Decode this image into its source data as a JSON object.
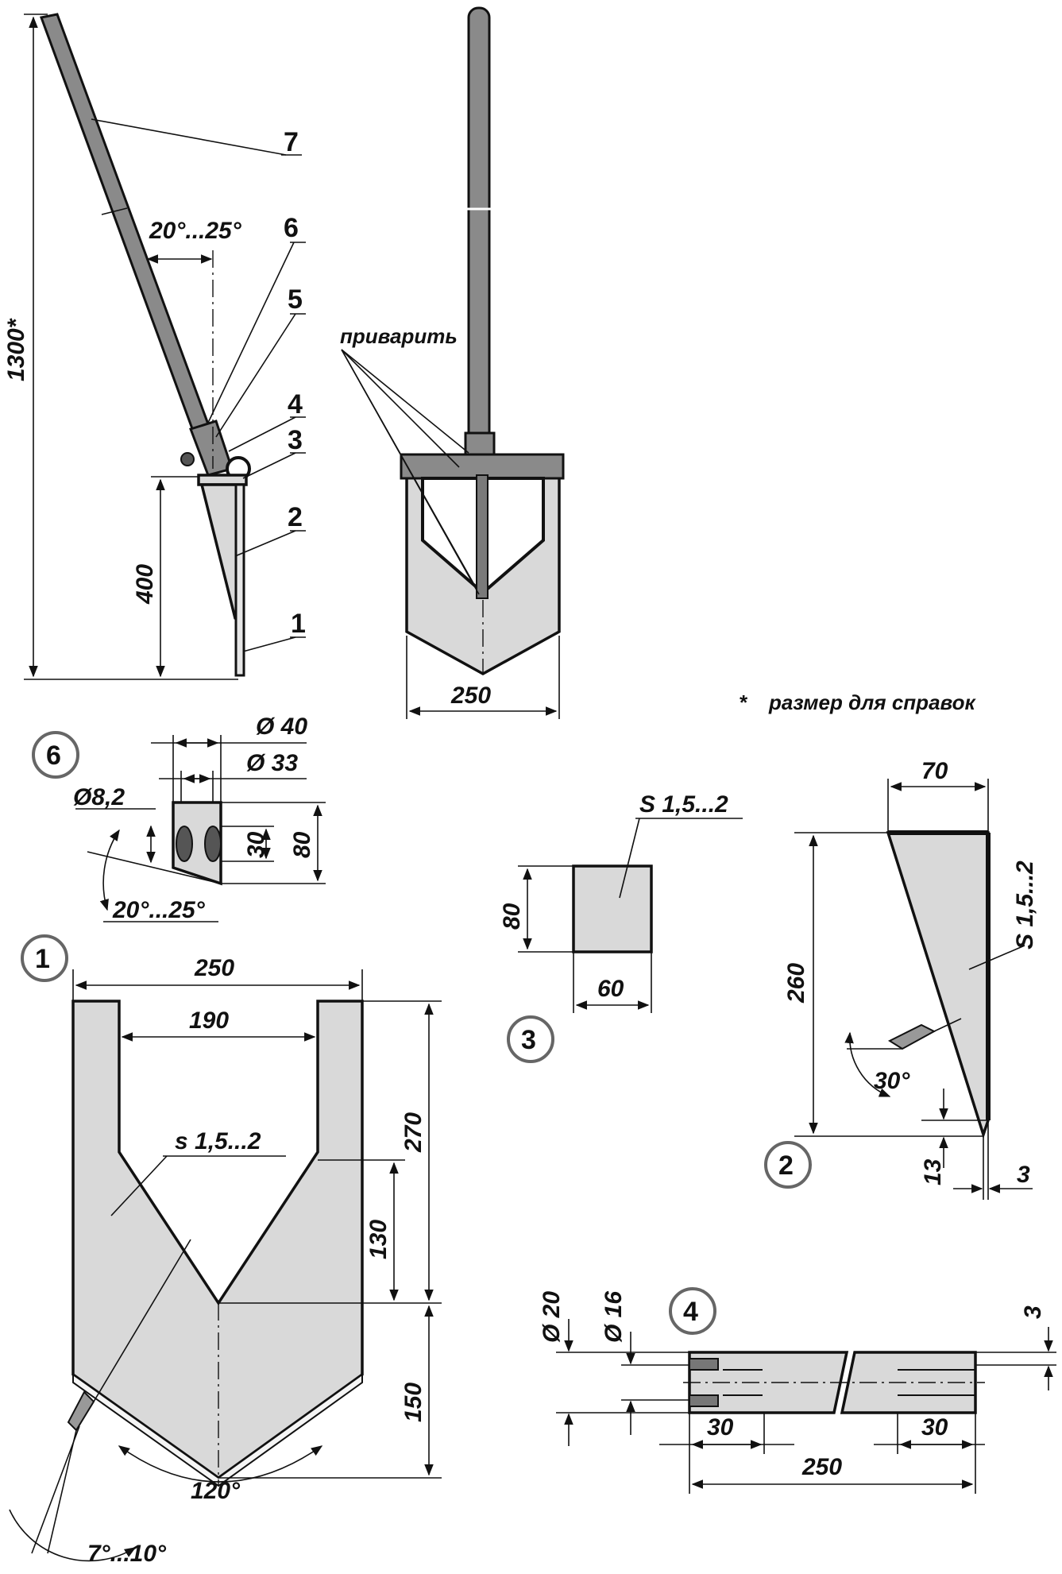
{
  "side_view": {
    "callouts": [
      "1",
      "2",
      "3",
      "4",
      "5",
      "6",
      "7"
    ],
    "dim_total_height": "1300*",
    "dim_blade_height": "400",
    "dim_angle": "20°...25°"
  },
  "front_view": {
    "weld_label": "приварить",
    "dim_width": "250"
  },
  "footnote": {
    "mark": "*",
    "text": "размер для справок"
  },
  "part6": {
    "number": "6",
    "dim_d40": "Ø 40",
    "dim_d33": "Ø 33",
    "dim_d8": "Ø8,2",
    "dim_80": "80",
    "dim_30": "30",
    "dim_angle": "20°...25°"
  },
  "part3": {
    "number": "3",
    "dim_thickness": "S 1,5...2",
    "dim_80": "80",
    "dim_60": "60"
  },
  "part2": {
    "number": "2",
    "dim_70": "70",
    "dim_260": "260",
    "dim_thickness": "S 1,5...2",
    "dim_angle": "30°",
    "dim_13": "13",
    "dim_3": "3"
  },
  "part1": {
    "number": "1",
    "dim_250": "250",
    "dim_190": "190",
    "dim_thickness": "s 1,5...2",
    "dim_270": "270",
    "dim_130": "130",
    "dim_150": "150",
    "dim_angle_tip": "120°",
    "dim_angle_edge": "7°...10°"
  },
  "part4": {
    "number": "4",
    "dim_d20": "Ø 20",
    "dim_d16": "Ø 16",
    "dim_3": "3",
    "dim_30_left": "30",
    "dim_30_right": "30",
    "dim_250": "250"
  }
}
